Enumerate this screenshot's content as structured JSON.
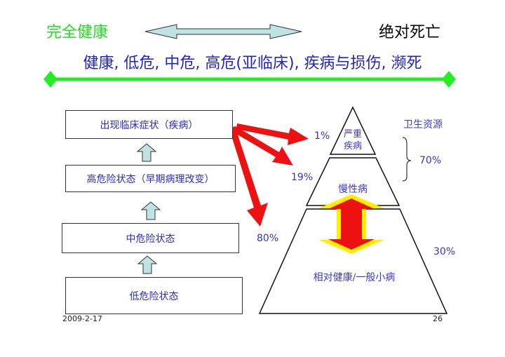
{
  "header": {
    "left_label": "完全健康",
    "right_label": "绝对死亡",
    "spectrum": "健康, 低危, 中危, 高危(亚临床), 疾病与损伤, 濒死"
  },
  "stages": [
    "出现临床症状（疾病）",
    "高危险状态（早期病理改变）",
    "中危险状态",
    "低危险状态"
  ],
  "pyramid": {
    "resource_title": "卫生资源",
    "top": "严重疾病",
    "middle": "慢性病",
    "bottom": "相对健康/一般小病",
    "pct_top": "1%",
    "pct_middle": "19%",
    "pct_bottom": "80%",
    "resource_upper": "70%",
    "resource_lower": "30%"
  },
  "footer": {
    "date": "2009-2-17",
    "page": "26"
  },
  "colors": {
    "green": "#22dd22",
    "blue": "#2222cc",
    "red": "#ee1111",
    "yellow": "#ffee00",
    "arrow_fill": "#bfe3e3"
  }
}
